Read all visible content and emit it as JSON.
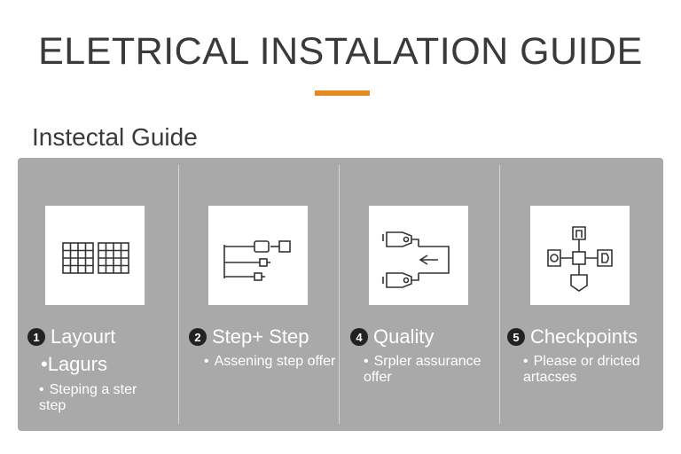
{
  "header": {
    "title": "ELETRICAL INSTALATION GUIDE",
    "subtitle": "Instectal Guide"
  },
  "colors": {
    "accent": "#e58a1f",
    "panel": "#a9a9a9",
    "text_light": "#ffffff"
  },
  "columns": [
    {
      "number": "1",
      "heading": "Layourt",
      "icon": "grid-panels-icon",
      "bullets": [
        {
          "text": "Lagurs"
        },
        {
          "text": "Steping a ster step"
        }
      ]
    },
    {
      "number": "2",
      "heading": "Step+ Step",
      "icon": "wiring-connectors-icon",
      "bullets": [
        {
          "text": "Assening step offer"
        }
      ]
    },
    {
      "number": "4",
      "heading": "Quality",
      "icon": "plug-connectors-icon",
      "bullets": [
        {
          "text": "Srpler assurance offer"
        }
      ]
    },
    {
      "number": "5",
      "heading": "Checkpoints",
      "icon": "junction-cross-icon",
      "bullets": [
        {
          "text": "Please or dricted artacses"
        }
      ]
    }
  ]
}
